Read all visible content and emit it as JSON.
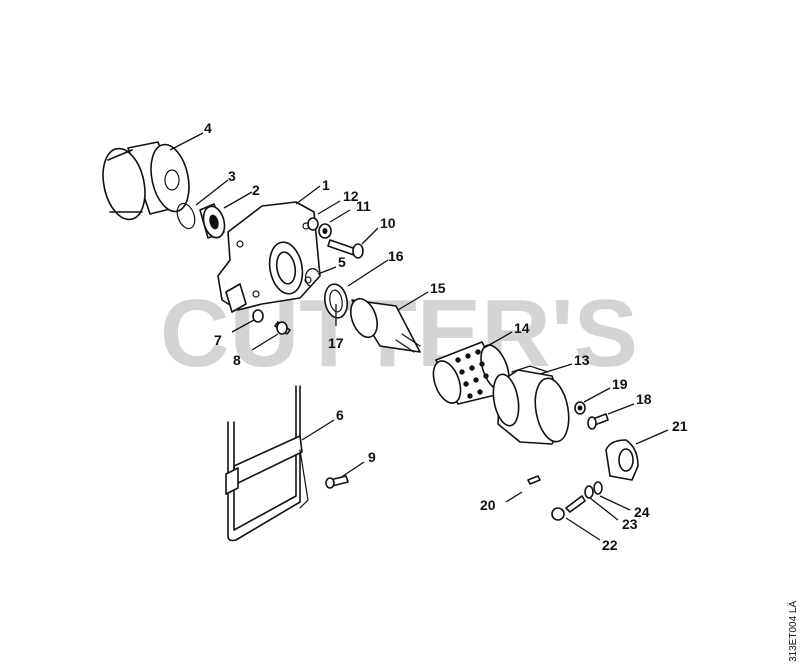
{
  "watermark": "CUTTER'S",
  "drawing_code": "313ET004 LÄ",
  "callouts": [
    "1",
    "2",
    "3",
    "4",
    "5",
    "6",
    "7",
    "8",
    "9",
    "10",
    "11",
    "12",
    "13",
    "14",
    "15",
    "16",
    "17",
    "18",
    "19",
    "20",
    "21",
    "22",
    "23",
    "24"
  ]
}
